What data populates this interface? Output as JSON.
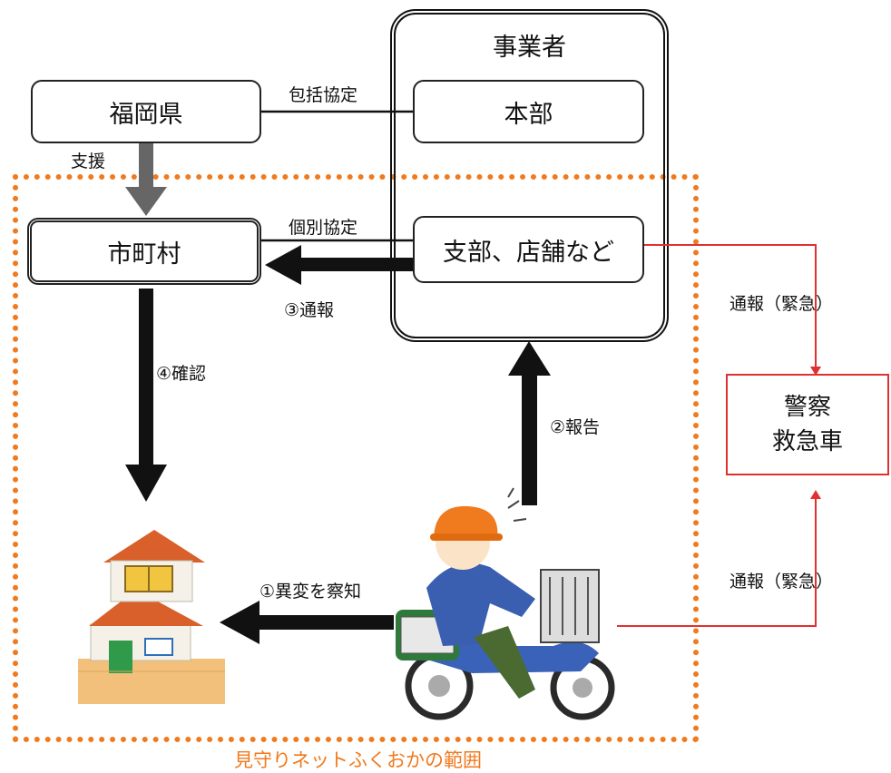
{
  "nodes": {
    "pref": "福岡県",
    "municipality": "市町村",
    "operator": "事業者",
    "hq": "本部",
    "branch": "支部、店舗など",
    "police_line1": "警察",
    "police_line2": "救急車"
  },
  "edges": {
    "comprehensive_agreement": "包括協定",
    "support": "支援",
    "individual_agreement": "個別協定",
    "report_3": "③通報",
    "confirm_4": "④確認",
    "report_2": "②報告",
    "detect_1": "①異変を察知",
    "emergency_top": "通報（緊急）",
    "emergency_bottom": "通報（緊急）"
  },
  "scope_label": "見守りネットふくおかの範囲",
  "colors": {
    "scope": "#f07a1e",
    "emergency": "#e03030",
    "arrow": "#111111",
    "support_arrow": "#666666"
  }
}
